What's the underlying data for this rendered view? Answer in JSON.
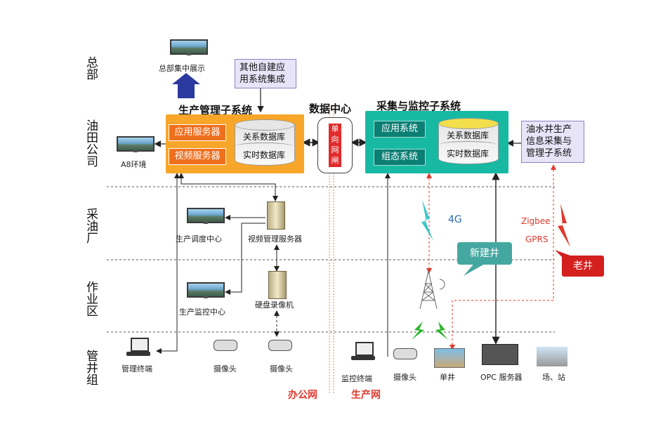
{
  "levels": {
    "hq": "总部",
    "oilfield": "油田公司",
    "plant": "采油厂",
    "work_area": "作业区",
    "well_group": "管井组"
  },
  "titles": {
    "production_mgmt": "生产管理子系统",
    "data_center": "数据中心",
    "collect_monitor": "采集与监控子系统"
  },
  "production_mgmt": {
    "app_server": "应用服务器",
    "video_server": "视频服务器",
    "rel_db": "关系数据库",
    "rt_db": "实时数据库"
  },
  "gateway": {
    "label": [
      "单",
      "向",
      "网",
      "闸"
    ]
  },
  "collect_monitor": {
    "app_system": "应用系统",
    "config_system": "组态系统",
    "rel_db": "关系数据库",
    "rt_db": "实时数据库"
  },
  "other_systems": [
    "其他自建应",
    "用系统集成"
  ],
  "oil_water_system": [
    "油水井生产",
    "信息采集与",
    "管理子系统"
  ],
  "labels": {
    "hq_display": "总部集中展示",
    "a8_env": "A8环境",
    "dispatch_center": "生产调度中心",
    "video_mgmt_server": "视频管理服务器",
    "monitor_center": "生产监控中心",
    "dvr": "硬盘录像机",
    "mgmt_terminal": "管理终端",
    "camera1": "摄像头",
    "camera2": "摄像头",
    "monitor_terminal": "监控终端",
    "camera3": "摄像头",
    "single_well": "单井",
    "opc_server": "OPC 服务器",
    "station": "场、站",
    "net_4g": "4G",
    "zigbee": "Zigbee",
    "gprs": "GPRS",
    "new_well": "新建井",
    "old_well": "老井"
  },
  "networks": {
    "office": "办公网",
    "production": "生产网"
  },
  "colors": {
    "orange": "#f7a629",
    "teal": "#18b9a3",
    "red": "#e03a2f",
    "purple_fill": "#e7e4f7",
    "arrow_blue": "#2a3a9f",
    "net_label": "#e03a2f",
    "badge_old": "#d41f1f",
    "badge_new": "#44a8a0"
  }
}
